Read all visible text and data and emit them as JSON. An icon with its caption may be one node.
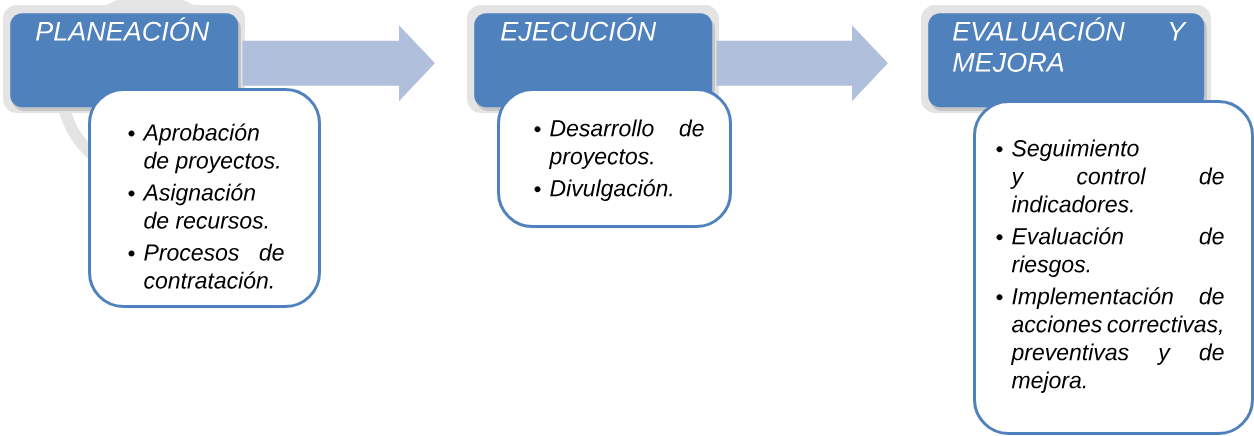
{
  "diagram": {
    "nodes": [
      {
        "text": [
          "PLANEACIÓN"
        ]
      },
      {
        "text": [
          "Aprobación de proyectos.",
          "Asignación de recursos.",
          "Procesos de contratación."
        ]
      },
      {
        "text": [
          "EJECUCIÓN"
        ]
      },
      {
        "text": [
          "Desarrollo de proyectos.",
          "Divulgación."
        ]
      },
      {
        "text": [
          "EVALUACIÓN Y MEJORA"
        ]
      },
      {
        "text": [
          "Seguimiento y control de indicadores.",
          "Evaluación de riesgos.",
          "Implementación de acciones correctivas, preventivas y de mejora."
        ]
      }
    ],
    "edges": [
      {
        "from": 0,
        "to": 2,
        "arrow": "to"
      },
      {
        "from": 2,
        "to": 4,
        "arrow": "to"
      }
    ]
  }
}
